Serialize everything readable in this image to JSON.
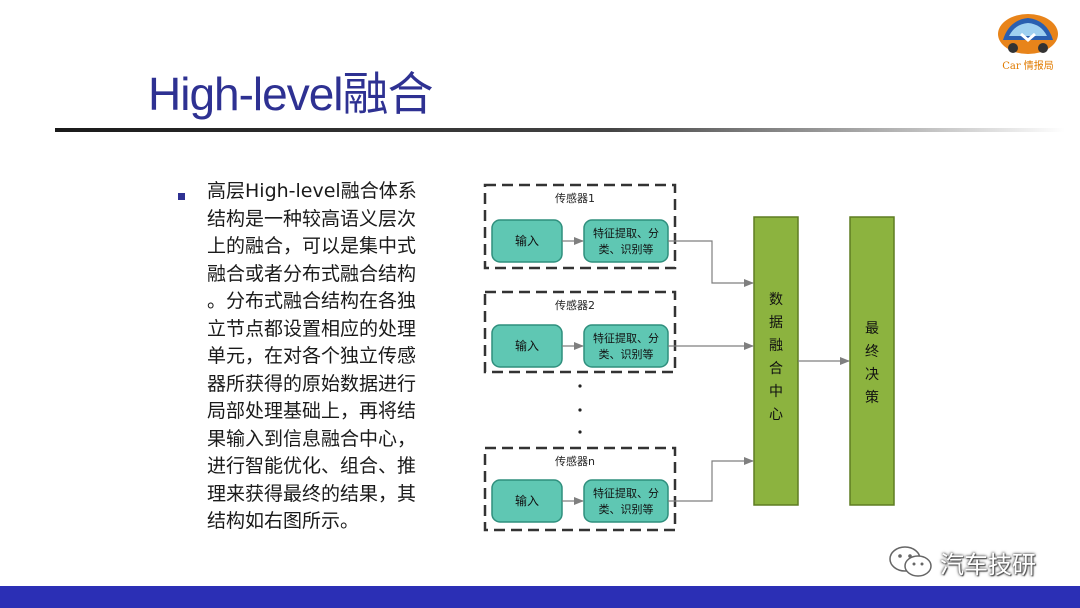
{
  "slide": {
    "title": "High-level融合",
    "logo_text": "Car 情报局",
    "body_lines": [
      "高层High-level融合体系",
      "结构是一种较高语义层次",
      "上的融合，可以是集中式",
      "融合或者分布式融合结构",
      "。分布式融合结构在各独",
      "立节点都设置相应的处理",
      "单元，在对各个独立传感",
      "器所获得的原始数据进行",
      "局部处理基础上，再将结",
      "果输入到信息融合中心，",
      "进行智能优化、组合、推",
      "理来获得最终的结果，其",
      "结构如右图所示。"
    ],
    "watermark": "汽车技研"
  },
  "diagram": {
    "sensors": [
      {
        "label": "传感器1",
        "input": "输入",
        "feature_line1": "特征提取、分",
        "feature_line2": "类、识别等"
      },
      {
        "label": "传感器2",
        "input": "输入",
        "feature_line1": "特征提取、分",
        "feature_line2": "类、识别等"
      },
      {
        "label": "传感器n",
        "input": "输入",
        "feature_line1": "特征提取、分",
        "feature_line2": "类、识别等"
      }
    ],
    "fusion_center": [
      "数",
      "据",
      "融",
      "合",
      "中",
      "心"
    ],
    "final_decision": [
      "最",
      "终",
      "决",
      "策"
    ],
    "colors": {
      "teal_fill": "#5fc7b3",
      "teal_stroke": "#2f8f7d",
      "green_fill": "#8cb33f",
      "green_stroke": "#5e7d22",
      "arrow": "#7f7f7f",
      "title": "#2e3192",
      "footer": "#2b2fb5"
    }
  }
}
